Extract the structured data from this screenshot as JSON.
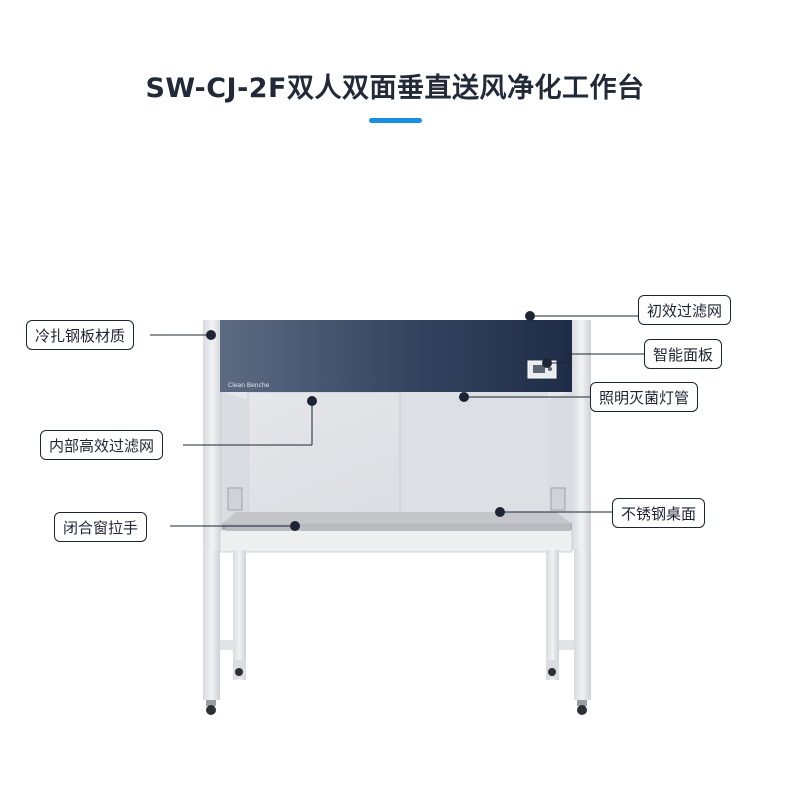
{
  "title": "SW-CJ-2F双人双面垂直送风净化工作台",
  "brand_colors": {
    "accent": "#1a8ee0",
    "panel": "#263652",
    "frame": "#e8e9ec"
  },
  "product": {
    "panel_text": "Clean Benche",
    "callouts": [
      {
        "id": "prefilter",
        "label": "初效过滤网"
      },
      {
        "id": "control-panel",
        "label": "智能面板"
      },
      {
        "id": "uv-lamp",
        "label": "照明灭菌灯管"
      },
      {
        "id": "steel-plate",
        "label": "冷扎钢板材质"
      },
      {
        "id": "hepa",
        "label": "内部高效过滤网"
      },
      {
        "id": "worktop",
        "label": "不锈钢桌面"
      },
      {
        "id": "sash-handle",
        "label": "闭合窗拉手"
      }
    ]
  }
}
